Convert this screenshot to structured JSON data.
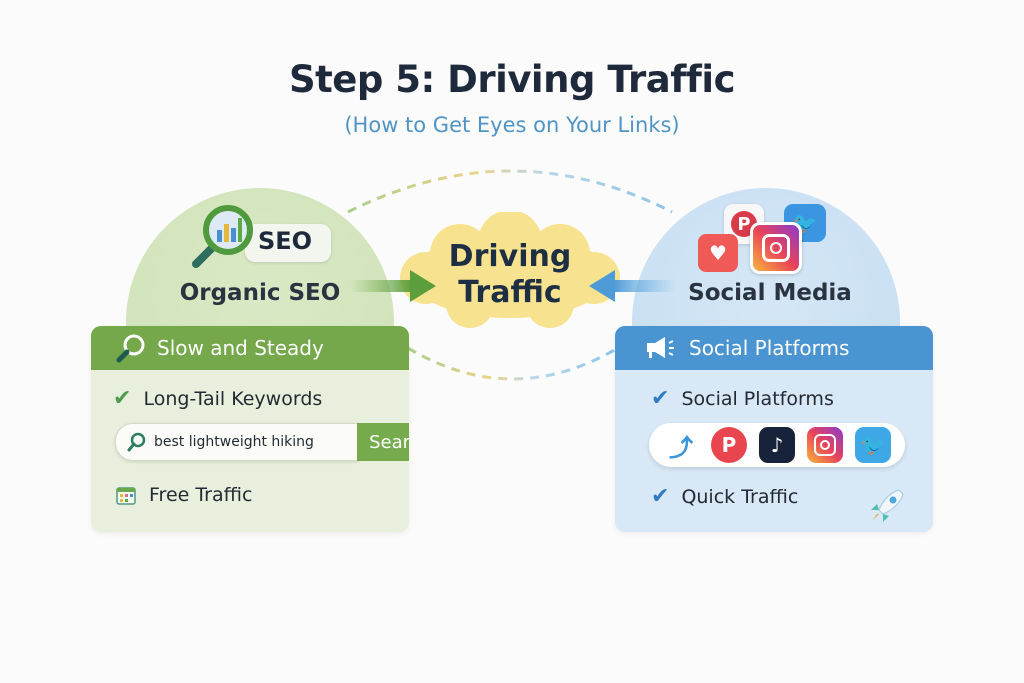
{
  "header": {
    "title": "Step 5: Driving Traffic",
    "subtitle": "(How to Get Eyes on Your Links)"
  },
  "center": {
    "line1": "Driving",
    "line2": "Traffic"
  },
  "left": {
    "badge": "SEO",
    "heading": "Organic SEO",
    "card": {
      "title": "Slow and Steady",
      "items": [
        {
          "icon": "check-icon",
          "label": "Long-Tail Keywords"
        },
        {
          "icon": "calendar-icon",
          "label": "Free Traffic"
        }
      ],
      "search": {
        "value": "best lightweight hiking",
        "button": "Search"
      }
    }
  },
  "right": {
    "heading": "Social Media",
    "card": {
      "title": "Social Platforms",
      "items": [
        {
          "icon": "check-icon",
          "label": "Social Platforms"
        },
        {
          "icon": "check-icon",
          "label": "Quick Traffic"
        }
      ],
      "platforms": [
        "share",
        "pinterest",
        "tiktok",
        "instagram",
        "twitter"
      ]
    }
  },
  "colors": {
    "title": "#1e2a3c",
    "subtitle": "#4f94c4",
    "green_accent": "#74a84a",
    "blue_accent": "#4a94d2",
    "cloud": "#f7e08a"
  }
}
